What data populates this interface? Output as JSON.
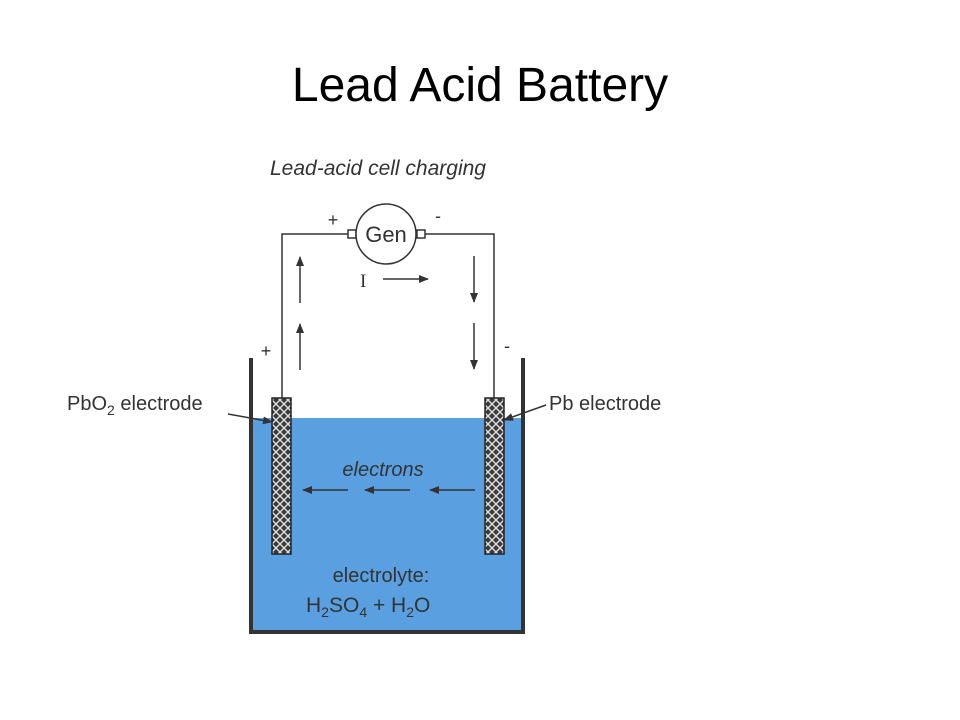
{
  "slide": {
    "title": "Lead Acid Battery"
  },
  "diagram": {
    "caption": "Lead-acid cell charging",
    "generator": {
      "label": "Gen",
      "plus": "+",
      "minus": "-"
    },
    "current": {
      "label": "I"
    },
    "left_terminal_sign": "+",
    "right_terminal_sign": "-",
    "left_electrode": {
      "chem_main": "PbO",
      "chem_sub": "2",
      "word": " electrode"
    },
    "right_electrode": {
      "label": "Pb electrode"
    },
    "electrons_label": "electrons",
    "electrolyte": {
      "label": "electrolyte:",
      "f1": "H",
      "f1s": "2",
      "f2": "SO",
      "f2s": "4",
      "f3": " + H",
      "f3s": "2",
      "f4": "O"
    },
    "colors": {
      "electrolyte": "#5aa0e0",
      "line": "#333333",
      "electrode_fill": "#3a3a3a"
    }
  }
}
